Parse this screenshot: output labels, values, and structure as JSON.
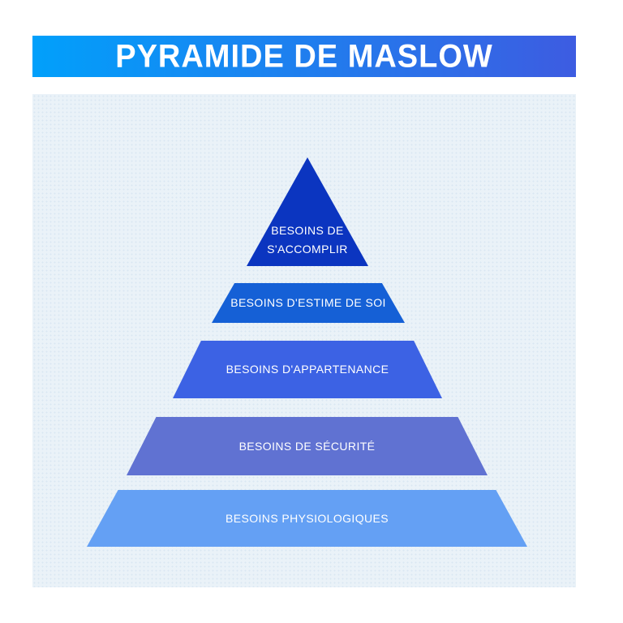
{
  "header": {
    "title": "PYRAMIDE DE MASLOW",
    "gradient_left": "#01a0fb",
    "gradient_right": "#3d5ce1",
    "text_color": "#ffffff"
  },
  "canvas": {
    "page_background": "#ffffff",
    "panel_background": "#eaf2f8"
  },
  "chart_data": {
    "type": "pyramid",
    "title": "PYRAMIDE DE MASLOW",
    "order": "top-to-bottom",
    "levels": [
      {
        "rank": 1,
        "label": "BESOINS DE S'ACCOMPLIR",
        "color": "#0b35c0"
      },
      {
        "rank": 2,
        "label": "BESOINS D'ESTIME DE SOI",
        "color": "#1560d6"
      },
      {
        "rank": 3,
        "label": "BESOINS D'APPARTENANCE",
        "color": "#3c62e4"
      },
      {
        "rank": 4,
        "label": "BESOINS DE SÉCURITÉ",
        "color": "#6072d2"
      },
      {
        "rank": 5,
        "label": "BESOINS PHYSIOLOGIQUES",
        "color": "#64a0f4"
      }
    ],
    "label_text_color": "#ffffff"
  }
}
